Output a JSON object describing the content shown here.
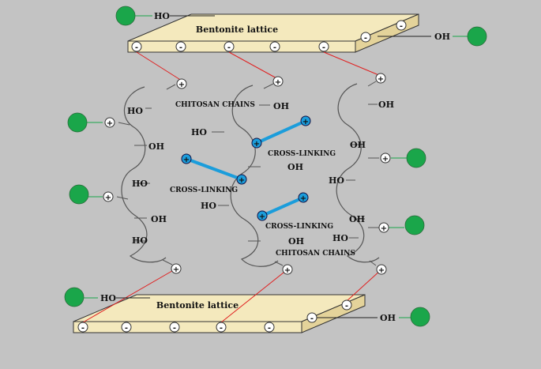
{
  "labels": {
    "hydroxyl": "HO",
    "hydroxyl_right": "OH",
    "bentonite_top": "Bentonite lattice",
    "bentonite_bottom": "Bentonite lattice",
    "chitosan_top": "CHITOSAN CHAINS",
    "chitosan_bottom": "CHITOSAN CHAINS",
    "crosslink_1": "CROSS-LINKING",
    "crosslink_2": "CROSS-LINKING",
    "crosslink_3": "CROSS-LINKING",
    "plus": "+",
    "minus": "-"
  },
  "colors": {
    "background": "#c3c3c3",
    "lattice_face": "#f4e9bd",
    "lattice_side": "#e4d39a",
    "metal_ion": "#1aa64a",
    "crosslink": "#1b9ddb",
    "ionic_bond": "#e02020",
    "chain": "#555555"
  }
}
